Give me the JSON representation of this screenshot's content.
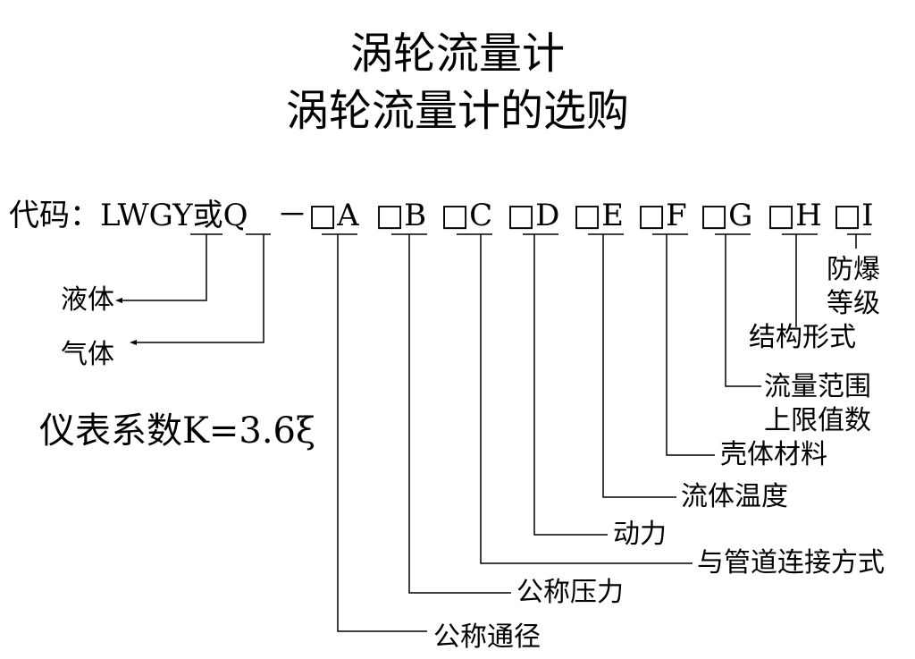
{
  "title": {
    "line1": "涡轮流量计",
    "line2": "涡轮流量计的选购"
  },
  "code": {
    "prefix": "代码：LWGY或Q",
    "dash": "－",
    "slots": [
      "□A",
      "□B",
      "□C",
      "□D",
      "□E",
      "□F",
      "□G",
      "□H",
      "□I"
    ]
  },
  "labels": {
    "liquid": "液体",
    "gas": "气体",
    "explosion_l1": "防爆",
    "explosion_l2": "等级",
    "structure": "结构形式",
    "flow_range_l1": "流量范围",
    "flow_range_l2": "上限值数",
    "housing": "壳体材料",
    "fluid_temp": "流体温度",
    "power": "动力",
    "pipe_connection": "与管道连接方式",
    "nominal_pressure": "公称压力",
    "nominal_diameter": "公称通径"
  },
  "coefficient": "仪表系数K=3.6ξ"
}
